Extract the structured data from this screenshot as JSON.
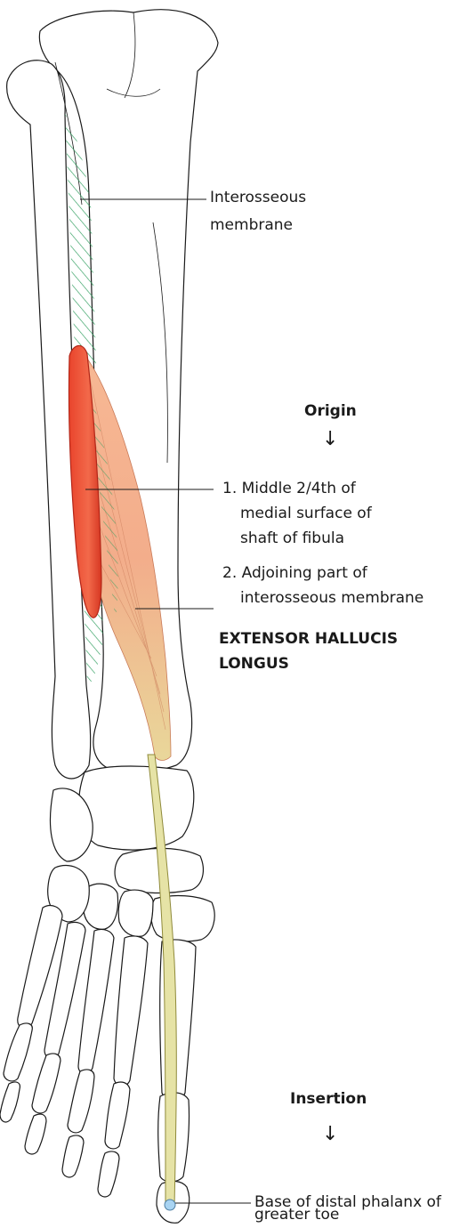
{
  "labels": {
    "interosseous_line1": "Interosseous",
    "interosseous_line2": "membrane",
    "origin_heading": "Origin",
    "origin_item1_line1": "1. Middle 2/4th of",
    "origin_item1_line2": "medial surface of",
    "origin_item1_line3": "shaft of fibula",
    "origin_item2_line1": "2. Adjoining part of",
    "origin_item2_line2": "interosseous membrane",
    "muscle_line1": "EXTENSOR HALLUCIS",
    "muscle_line2": "LONGUS",
    "insertion_heading": "Insertion",
    "insertion_line1": "Base of distal phalanx of",
    "insertion_line2": "greater toe"
  },
  "colors": {
    "bone_outline": "#1a1a1a",
    "membrane_hatch": "#2e9e5e",
    "origin_red": "#e2321f",
    "muscle_belly": "#f2a07a",
    "tendon": "#e6e3a6",
    "insertion_point": "#a9d4f2"
  }
}
